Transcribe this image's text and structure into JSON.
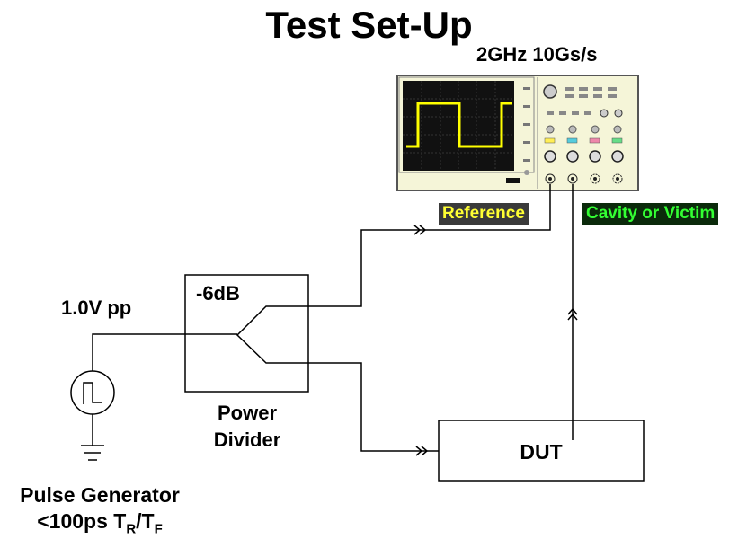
{
  "title": "Test Set-Up",
  "scope": {
    "spec": "2GHz 10Gs/s"
  },
  "labels": {
    "reference": "Reference",
    "cavity": "Cavity or Victim",
    "attenuation": "-6dB",
    "amplitude": "1.0V pp",
    "divider_line1": "Power",
    "divider_line2": "Divider",
    "dut": "DUT",
    "generator_line1": "Pulse Generator",
    "generator_prefix": "<100ps T",
    "generator_sub_r": "R",
    "generator_slash": "/T",
    "generator_sub_f": "F"
  },
  "colors": {
    "trace": "#ffff00",
    "reference_text": "#ffff33",
    "cavity_text": "#33ff33",
    "scope_body": "#f5f5d8",
    "screen": "#111111"
  }
}
